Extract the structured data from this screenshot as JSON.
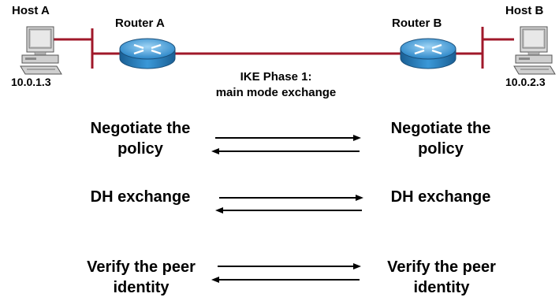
{
  "hosts": {
    "a": {
      "label": "Host A",
      "ip": "10.0.1.3"
    },
    "b": {
      "label": "Host B",
      "ip": "10.0.2.3"
    }
  },
  "routers": {
    "a": {
      "label": "Router A"
    },
    "b": {
      "label": "Router B"
    }
  },
  "phase_caption": {
    "line1": "IKE Phase 1:",
    "line2": "main mode exchange"
  },
  "exchanges": [
    {
      "left": [
        "Negotiate the",
        "policy"
      ],
      "right": [
        "Negotiate the",
        "policy"
      ]
    },
    {
      "left": [
        "DH exchange"
      ],
      "right": [
        "DH exchange"
      ]
    },
    {
      "left": [
        "Verify the peer",
        "identity"
      ],
      "right": [
        "Verify the peer",
        "identity"
      ]
    }
  ],
  "colors": {
    "link": "#a0182a",
    "router": "#2a8fd0",
    "arrow": "#000000"
  },
  "icons": {
    "host": "desktop-computer-icon",
    "router": "router-icon"
  }
}
